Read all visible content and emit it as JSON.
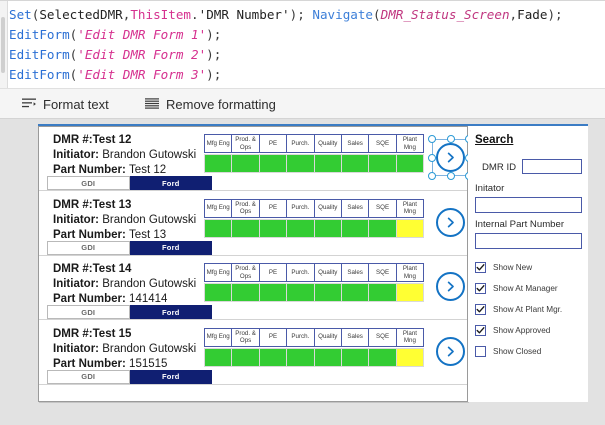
{
  "formula": {
    "lines": [
      [
        {
          "t": "Set",
          "c": "fn"
        },
        {
          "t": "(",
          "c": "punc"
        },
        {
          "t": "SelectedDMR",
          "c": "id"
        },
        {
          "t": ",",
          "c": "punc"
        },
        {
          "t": "ThisItem",
          "c": "obj"
        },
        {
          "t": ".",
          "c": "punc"
        },
        {
          "t": "'DMR Number'",
          "c": "strplain"
        },
        {
          "t": "); ",
          "c": "punc"
        },
        {
          "t": "Navigate",
          "c": "fn2"
        },
        {
          "t": "(",
          "c": "punc"
        },
        {
          "t": "DMR_Status_Screen",
          "c": "enum"
        },
        {
          "t": ",",
          "c": "punc"
        },
        {
          "t": "Fade",
          "c": "id"
        },
        {
          "t": ");",
          "c": "punc"
        }
      ],
      [
        {
          "t": "EditForm",
          "c": "fn"
        },
        {
          "t": "(",
          "c": "punc"
        },
        {
          "t": "'Edit DMR Form 1'",
          "c": "str"
        },
        {
          "t": ");",
          "c": "punc"
        }
      ],
      [
        {
          "t": "EditForm",
          "c": "fn"
        },
        {
          "t": "(",
          "c": "punc"
        },
        {
          "t": "'Edit DMR Form 2'",
          "c": "str"
        },
        {
          "t": ");",
          "c": "punc"
        }
      ],
      [
        {
          "t": "EditForm",
          "c": "fn"
        },
        {
          "t": "(",
          "c": "punc"
        },
        {
          "t": "'Edit DMR Form 3'",
          "c": "str"
        },
        {
          "t": ");",
          "c": "punc"
        }
      ]
    ]
  },
  "toolbar": {
    "format_text_label": "Format text",
    "remove_formatting_label": "Remove formatting"
  },
  "gallery": {
    "status_columns": [
      "Mfg Eng",
      "Prod. & Ops",
      "PE",
      "Purch.",
      "Quality",
      "Sales",
      "SQE",
      "Plant Mng"
    ],
    "labels": {
      "dmr": "DMR #:",
      "initiator": "Initiator: ",
      "part_number": "Part Number: "
    },
    "toggle": {
      "left": "GDI",
      "right": "Ford"
    },
    "colors": {
      "green": "#33cc33",
      "yellow": "#ffff33",
      "navy": "#101f72",
      "accent": "#1473c4"
    },
    "rows": [
      {
        "dmr_number": "Test 12",
        "initiator": "Brandon Gutowski",
        "part_number": "Test 12",
        "toggle_selected": "Ford",
        "statuses": [
          "green",
          "green",
          "green",
          "green",
          "green",
          "green",
          "green",
          "green"
        ],
        "selected": true
      },
      {
        "dmr_number": "Test 13",
        "initiator": "Brandon Gutowski",
        "part_number": "Test 13",
        "toggle_selected": "Ford",
        "statuses": [
          "green",
          "green",
          "green",
          "green",
          "green",
          "green",
          "green",
          "yellow"
        ],
        "selected": false
      },
      {
        "dmr_number": "Test 14",
        "initiator": "Brandon Gutowski",
        "part_number": "141414",
        "toggle_selected": "Ford",
        "statuses": [
          "green",
          "green",
          "green",
          "green",
          "green",
          "green",
          "green",
          "yellow"
        ],
        "selected": false
      },
      {
        "dmr_number": "Test 15",
        "initiator": "Brandon Gutowski",
        "part_number": "151515",
        "toggle_selected": "Ford",
        "statuses": [
          "green",
          "green",
          "green",
          "green",
          "green",
          "green",
          "green",
          "yellow"
        ],
        "selected": false
      }
    ]
  },
  "search": {
    "title": "Search",
    "dmr_id_label": "DMR ID",
    "dmr_id_value": "",
    "initiator_label": "Initator",
    "initiator_value": "",
    "part_number_label": "Internal Part Number",
    "part_number_value": "",
    "checkboxes": [
      {
        "label": "Show New",
        "checked": true
      },
      {
        "label": "Show At Manager",
        "checked": true
      },
      {
        "label": "Show At Plant Mgr.",
        "checked": true
      },
      {
        "label": "Show Approved",
        "checked": true
      },
      {
        "label": "Show Closed",
        "checked": false
      }
    ]
  }
}
